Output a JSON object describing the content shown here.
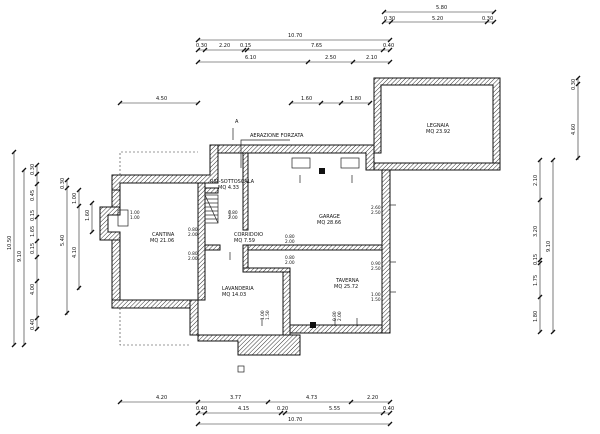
{
  "rooms": [
    {
      "key": "cantina",
      "name": "CANTINA",
      "area": "MQ 21.06"
    },
    {
      "key": "ripostiglio",
      "name": "RIP.-SOTTOSCALA",
      "area": "MQ 4.33"
    },
    {
      "key": "garage",
      "name": "GARAGE",
      "area": "MQ 28.66"
    },
    {
      "key": "corridoio",
      "name": "CORRIDOIO",
      "area": "MQ 7.59"
    },
    {
      "key": "lavanderia",
      "name": "LAVANDERIA",
      "area": "MQ 14.03"
    },
    {
      "key": "taverna",
      "name": "TAVERNA",
      "area": "MQ 25.72"
    },
    {
      "key": "legnaia",
      "name": "LEGNAIA",
      "area": "MQ 23.92"
    }
  ],
  "note": "AERAZIONE FORZATA",
  "top_dims": {
    "row1": [
      "5.80"
    ],
    "row2": [
      "0.30",
      "5.20",
      "0.30"
    ],
    "row3": [
      "10.70"
    ],
    "row4": [
      "0.30",
      "2.20",
      "0.15",
      "7.65",
      "0.40"
    ],
    "row5": [
      "6.10",
      "2.50",
      "2.10"
    ],
    "row6": [
      "4.50",
      "1.60",
      "1.80"
    ]
  },
  "bottom_dims": {
    "row1": [
      "4.20",
      "3.77",
      "4.73",
      "2.20"
    ],
    "row2": [
      "0.40",
      "4.15",
      "0.20",
      "5.55",
      "0.40"
    ],
    "row3": [
      "10.70"
    ]
  },
  "left_dims": {
    "outer": [
      "10.50"
    ],
    "mid": [
      "9.10"
    ],
    "inner": [
      "0.30",
      "0.45",
      "0.15",
      "1.65",
      "0.15",
      "4.00",
      "0.30",
      "0.40"
    ],
    "near": [
      "1.00",
      "5.40",
      "4.10"
    ],
    "near2": [
      "1.60"
    ]
  },
  "right_dims": {
    "legnaia_outer": [
      "0.30",
      "4.60"
    ],
    "outer": [
      "9.10"
    ],
    "mid": [
      "2.10",
      "3.20",
      "0.15",
      "1.75",
      "1.80"
    ]
  },
  "openings": [
    {
      "key": "o1",
      "w": "1.00",
      "h": "1.00"
    },
    {
      "key": "o2",
      "w": "0.80",
      "h": "2.00"
    },
    {
      "key": "o3",
      "w": "0.80",
      "h": "2.00"
    },
    {
      "key": "o4",
      "w": "0.80",
      "h": "2.00"
    },
    {
      "key": "o5",
      "w": "2.60",
      "h": "2.50"
    },
    {
      "key": "o6",
      "w": "0.90",
      "h": "2.50"
    },
    {
      "key": "o7",
      "w": "1.00",
      "h": "1.50"
    },
    {
      "key": "o8",
      "w": "0.80",
      "h": "2.00"
    },
    {
      "key": "o9",
      "w": "0.80",
      "h": "2.00"
    },
    {
      "key": "o10",
      "w": "1.00",
      "h": "1.50"
    },
    {
      "key": "o11",
      "w": "0.80",
      "h": "2.00"
    }
  ]
}
